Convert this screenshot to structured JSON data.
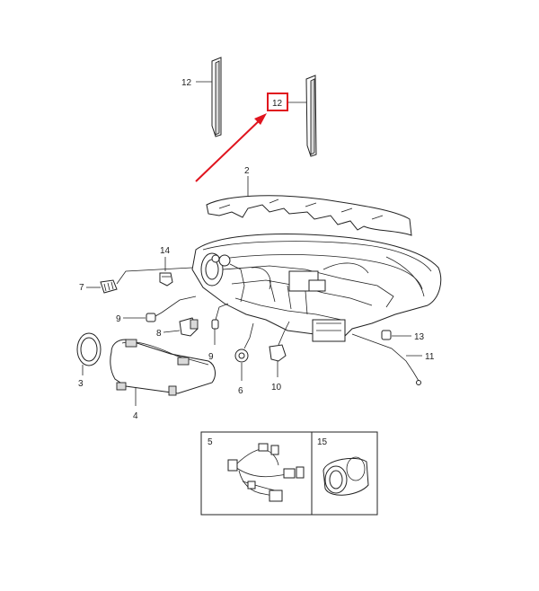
{
  "diagram": {
    "callouts": {
      "c2": "2",
      "c3": "3",
      "c4": "4",
      "c6": "6",
      "c7": "7",
      "c8": "8",
      "c9a": "9",
      "c9b": "9",
      "c10": "10",
      "c11": "11",
      "c12a": "12",
      "c12b": "12",
      "c13": "13",
      "c14": "14"
    },
    "inset": {
      "panel_left_label": "5",
      "panel_right_label": "15"
    },
    "highlight": {
      "label": "12",
      "color": "#e0141e"
    }
  }
}
